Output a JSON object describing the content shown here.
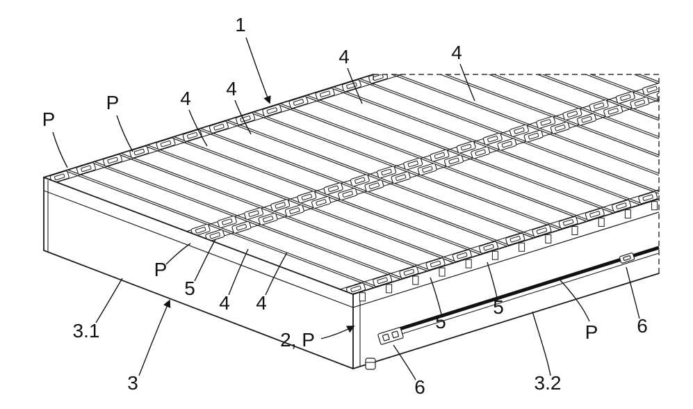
{
  "figure": {
    "title": "Isometric technical drawing of a battery module with rows of prismatic cells",
    "background": "#ffffff"
  },
  "colors": {
    "line": "#1a1a1a",
    "rail": "#111111",
    "label": "#111111",
    "dash": "#333333"
  },
  "labels": {
    "ref_1": "1",
    "ref_p_far_left": "P",
    "ref_p_upper_left": "P",
    "ref_p_mid_left": "P",
    "ref_p_front": "P",
    "ref_4_top_a": "4",
    "ref_4_top_b": "4",
    "ref_4_top_c": "4",
    "ref_4_top_d": "4",
    "ref_4_lower_a": "4",
    "ref_4_lower_b": "4",
    "ref_5_left": "5",
    "ref_5_mid": "5",
    "ref_5_right": "5",
    "ref_2_p": "2, P",
    "ref_3": "3",
    "ref_3_1": "3.1",
    "ref_3_2": "3.2",
    "ref_6_left": "6",
    "ref_6_right": "6"
  }
}
